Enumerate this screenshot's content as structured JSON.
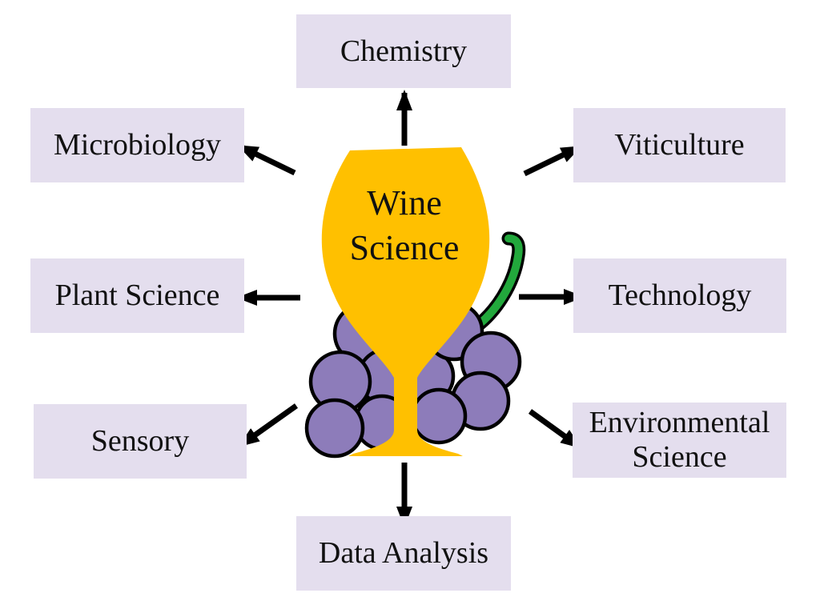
{
  "diagram": {
    "title": "Wine Science relationship diagram",
    "center": {
      "label": "Wine\nScience"
    },
    "nodes": [
      {
        "id": "chemistry",
        "label": "Chemistry"
      },
      {
        "id": "microbiology",
        "label": "Microbiology"
      },
      {
        "id": "viticulture",
        "label": "Viticulture"
      },
      {
        "id": "plant-science",
        "label": "Plant Science"
      },
      {
        "id": "technology",
        "label": "Technology"
      },
      {
        "id": "sensory",
        "label": "Sensory"
      },
      {
        "id": "environmental-science",
        "label": "Environmental\nScience"
      },
      {
        "id": "data-analysis",
        "label": "Data Analysis"
      }
    ],
    "colors": {
      "box_bg": "#e4deee",
      "glass_gold": "#ffc000",
      "grape_purple": "#8d7cba",
      "stalk_green": "#22a83c",
      "arrow_black": "#000000",
      "text_black": "#111111"
    }
  }
}
